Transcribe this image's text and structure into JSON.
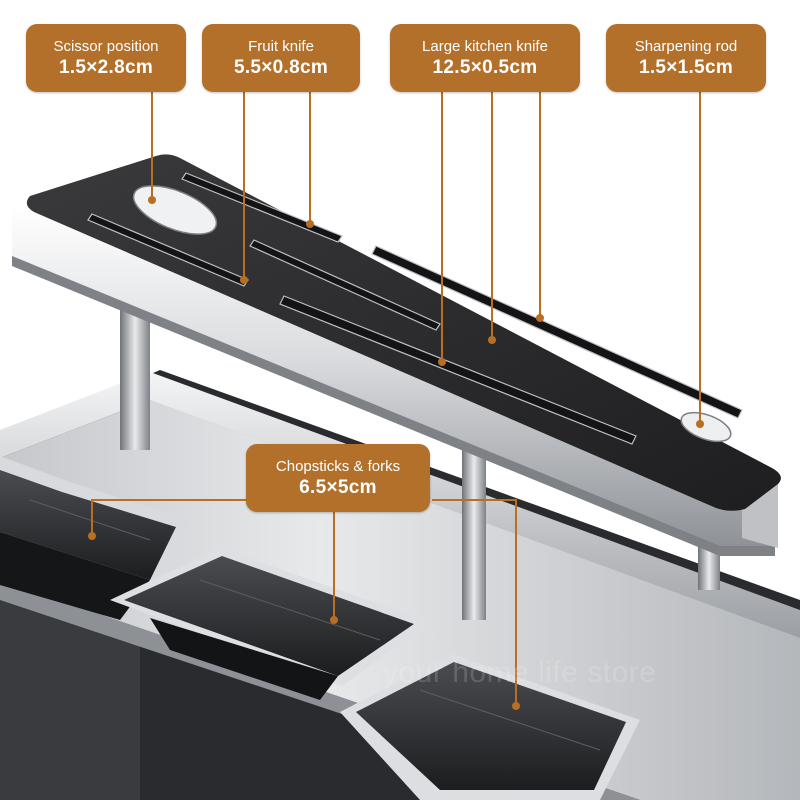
{
  "colors": {
    "label_bg": "#b3702b",
    "label_text": "#ffffff",
    "pointer_line": "#b86f22",
    "steel_light": "#e6e7e9",
    "steel_dark": "#8a8d92",
    "acrylic_dark": "#2b2b2d",
    "background": "#ffffff"
  },
  "labels": [
    {
      "name": "Scissor position",
      "size": "1.5×2.8cm"
    },
    {
      "name": "Fruit knife",
      "size": "5.5×0.8cm"
    },
    {
      "name": "Large kitchen knife",
      "size": "12.5×0.5cm"
    },
    {
      "name": "Sharpening rod",
      "size": "1.5×1.5cm"
    },
    {
      "name": "Chopsticks & forks",
      "size": "6.5×5cm"
    }
  ],
  "watermark": "your home life store"
}
